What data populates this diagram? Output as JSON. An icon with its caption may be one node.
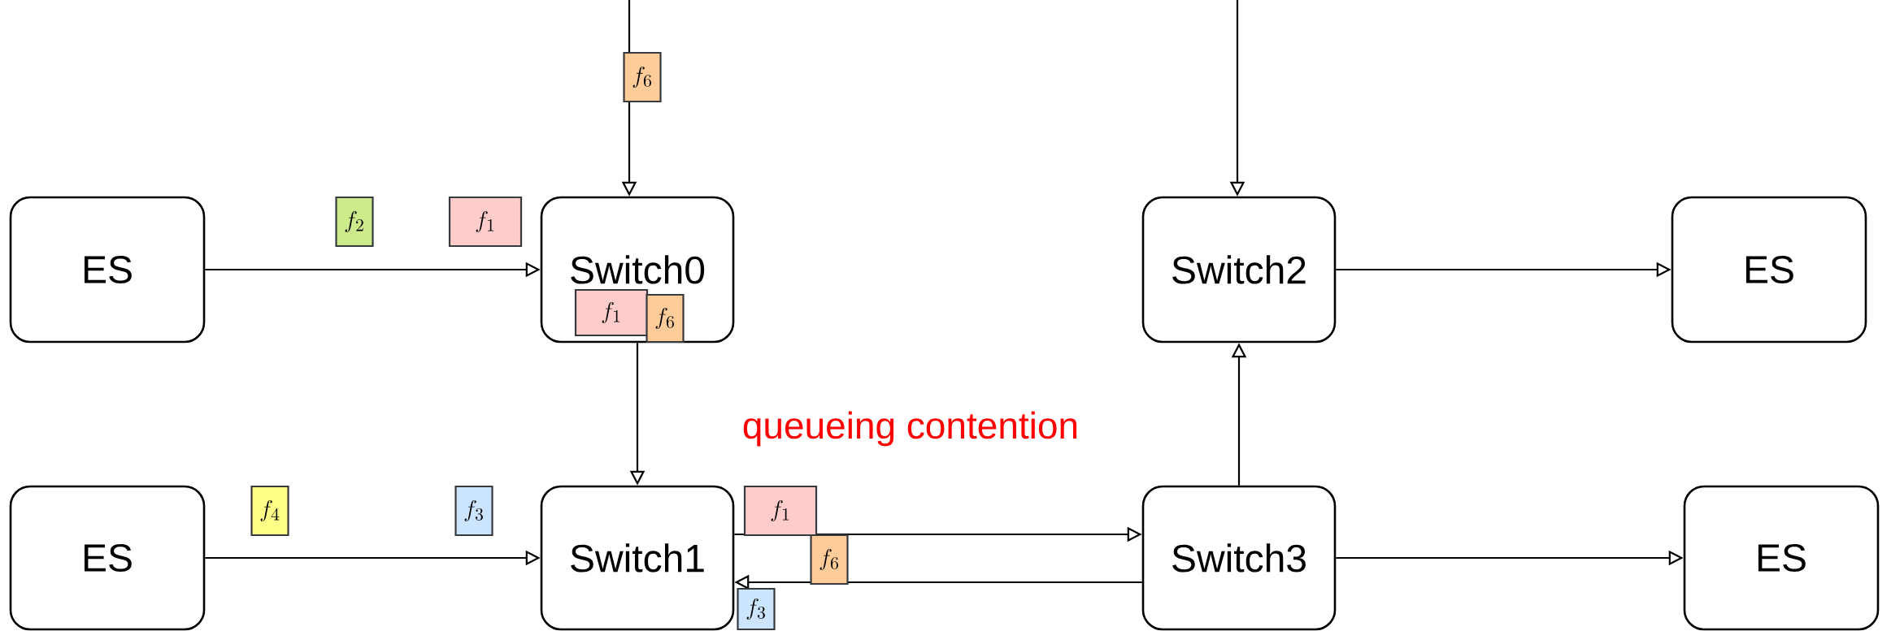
{
  "diagram": {
    "nodes": [
      {
        "text": [
          "ES"
        ]
      },
      {
        "text": [
          "Switch0"
        ]
      },
      {
        "text": [
          "Switch2"
        ]
      },
      {
        "text": [
          "ES"
        ]
      },
      {
        "text": [
          "ES"
        ]
      },
      {
        "text": [
          "Switch1"
        ]
      },
      {
        "text": [
          "Switch3"
        ]
      },
      {
        "text": [
          "ES"
        ]
      },
      {
        "text": [
          "f_6"
        ]
      },
      {
        "text": [
          "f_2"
        ]
      },
      {
        "text": [
          "f_1"
        ]
      },
      {
        "text": [
          "f_1"
        ],
        "in": 1
      },
      {
        "text": [
          "f_6"
        ],
        "in": 1
      },
      {
        "text": [
          "f_4"
        ]
      },
      {
        "text": [
          "f_3"
        ]
      },
      {
        "text": [
          "f_1"
        ]
      },
      {
        "text": [
          "f_6"
        ]
      },
      {
        "text": [
          "f_3"
        ]
      }
    ],
    "edges": [
      {
        "from": 0,
        "to": 1,
        "arrow": "to"
      },
      {
        "from": null,
        "to": 1,
        "arrow": "to"
      },
      {
        "from": 1,
        "to": 5,
        "arrow": "to"
      },
      {
        "from": 4,
        "to": 5,
        "arrow": "to"
      },
      {
        "from": 5,
        "to": 6,
        "arrow": "to"
      },
      {
        "from": 6,
        "to": 5,
        "arrow": "to"
      },
      {
        "from": 6,
        "to": 2,
        "arrow": "to"
      },
      {
        "from": 2,
        "to": 3,
        "arrow": "to"
      },
      {
        "from": null,
        "to": 2,
        "arrow": "to"
      },
      {
        "from": 6,
        "to": 7,
        "arrow": "to"
      }
    ],
    "labels": [
      "queueing contention"
    ]
  }
}
